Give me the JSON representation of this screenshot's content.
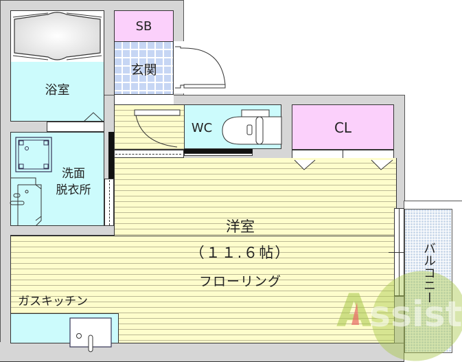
{
  "floorplan": {
    "rooms": {
      "storage_box": {
        "label": "SB"
      },
      "entrance": {
        "label": "玄関"
      },
      "bathroom": {
        "label": "浴室"
      },
      "washroom": {
        "label_line1": "洗面",
        "label_line2": "脱衣所"
      },
      "toilet": {
        "label": "WC"
      },
      "closet": {
        "label": "CL"
      },
      "western_room": {
        "label": "洋室",
        "size": "（１１.６帖）",
        "flooring": "フローリング"
      },
      "kitchen": {
        "label": "ガスキッチン"
      },
      "balcony": {
        "label": "バルコニー"
      }
    },
    "watermark": {
      "text": "Assist",
      "color": "#a8c84a",
      "accent": "#e8706a"
    },
    "colors": {
      "wall": "#d6d6d6",
      "wet_area": "#ccfbfc",
      "storage": "#fbd0fb",
      "floor": "#fefdcc",
      "entrance_tile": "#c6d6f4",
      "balcony_tile": "#cfdcec"
    }
  }
}
